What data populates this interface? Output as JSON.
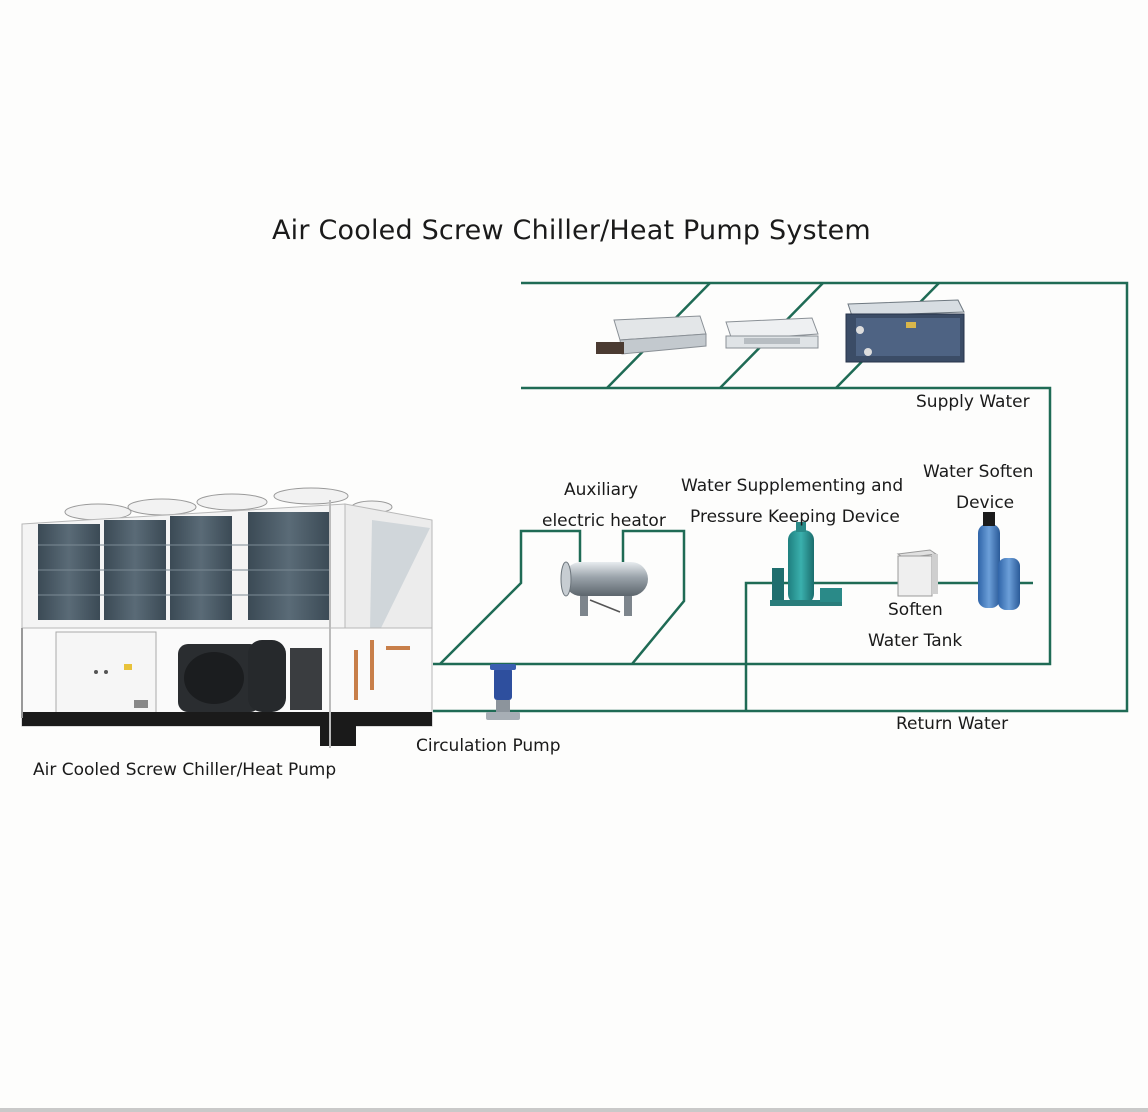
{
  "title": "Air Cooled Screw Chiller/Heat Pump System",
  "labels": {
    "chiller": "Air Cooled Screw Chiller/Heat Pump",
    "circulation_pump": "Circulation Pump",
    "aux_heater_line1": "Auxiliary",
    "aux_heater_line2": "electric heator",
    "supplement_line1": "Water Supplementing and",
    "supplement_line2": "Pressure Keeping Device",
    "soften_device_line1": "Water Soften",
    "soften_device_line2": "Device",
    "soften_tank_line1": "Soften",
    "soften_tank_line2": "Water Tank",
    "supply_water": "Supply Water",
    "return_water": "Return Water"
  },
  "colors": {
    "pipe": "#1f6b55",
    "text": "#1a1a1a",
    "background": "#fdfdfc"
  }
}
